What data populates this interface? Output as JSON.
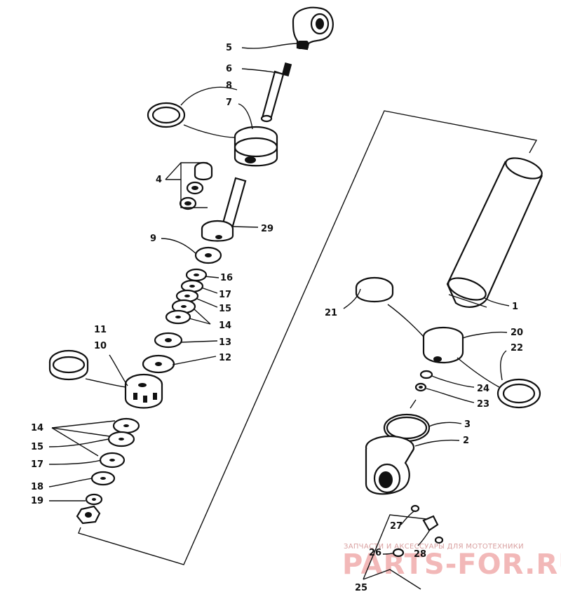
{
  "labels": {
    "l1": "1",
    "l2": "2",
    "l3": "3",
    "l4": "4",
    "l5": "5",
    "l6": "6",
    "l7": "7",
    "l8": "8",
    "l9": "9",
    "l10": "10",
    "l11": "11",
    "l12": "12",
    "l13": "13",
    "l14a": "14",
    "l14b": "14",
    "l15a": "15",
    "l15b": "15",
    "l16": "16",
    "l17a": "17",
    "l17b": "17",
    "l18": "18",
    "l19": "19",
    "l20": "20",
    "l21": "21",
    "l22": "22",
    "l23": "23",
    "l24": "24",
    "l25": "25",
    "l26": "26",
    "l27": "27",
    "l28": "28",
    "l29": "29"
  },
  "watermark": {
    "tagline": "ЗАПЧАСТИ И АКСЕССУАРЫ ДЛЯ МОТОТЕХНИКИ",
    "brand": "PARTS-FOR.RU"
  }
}
